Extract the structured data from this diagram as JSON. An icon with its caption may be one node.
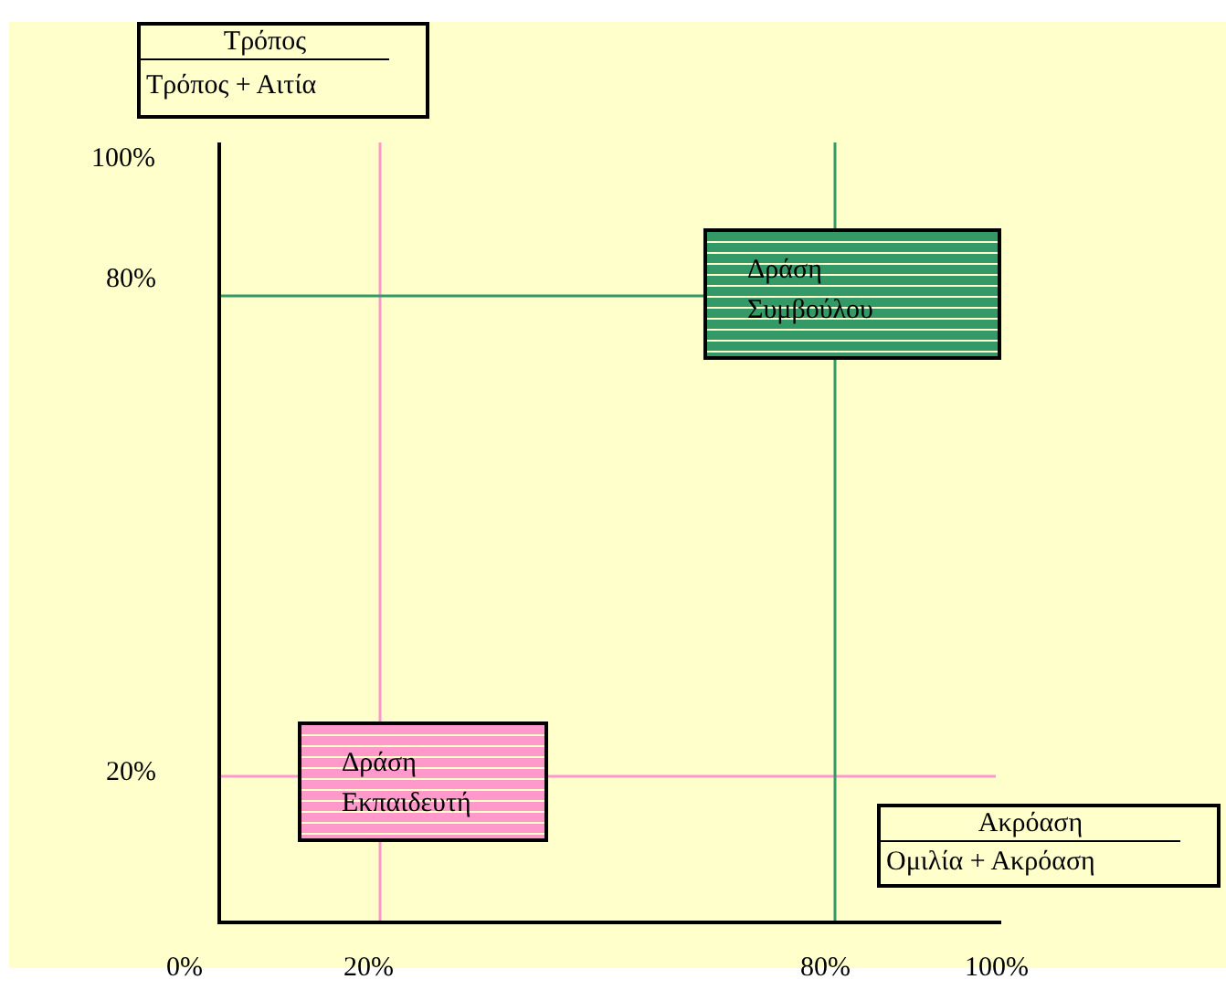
{
  "diagram": {
    "nodes": [
      {
        "text": [
          "Τρόπος",
          "Τρόπος + Αιτία"
        ]
      },
      {
        "text": [
          "Δράση Συμβούλου"
        ]
      },
      {
        "text": [
          "Δράση Εκπαιδευτή"
        ]
      },
      {
        "text": [
          "Ακρόαση",
          "Ομιλία + Ακρόαση"
        ]
      }
    ],
    "edges": [],
    "labels": [
      "100%",
      "80%",
      "20%",
      "0%",
      "20%",
      "80%",
      "100%"
    ]
  }
}
